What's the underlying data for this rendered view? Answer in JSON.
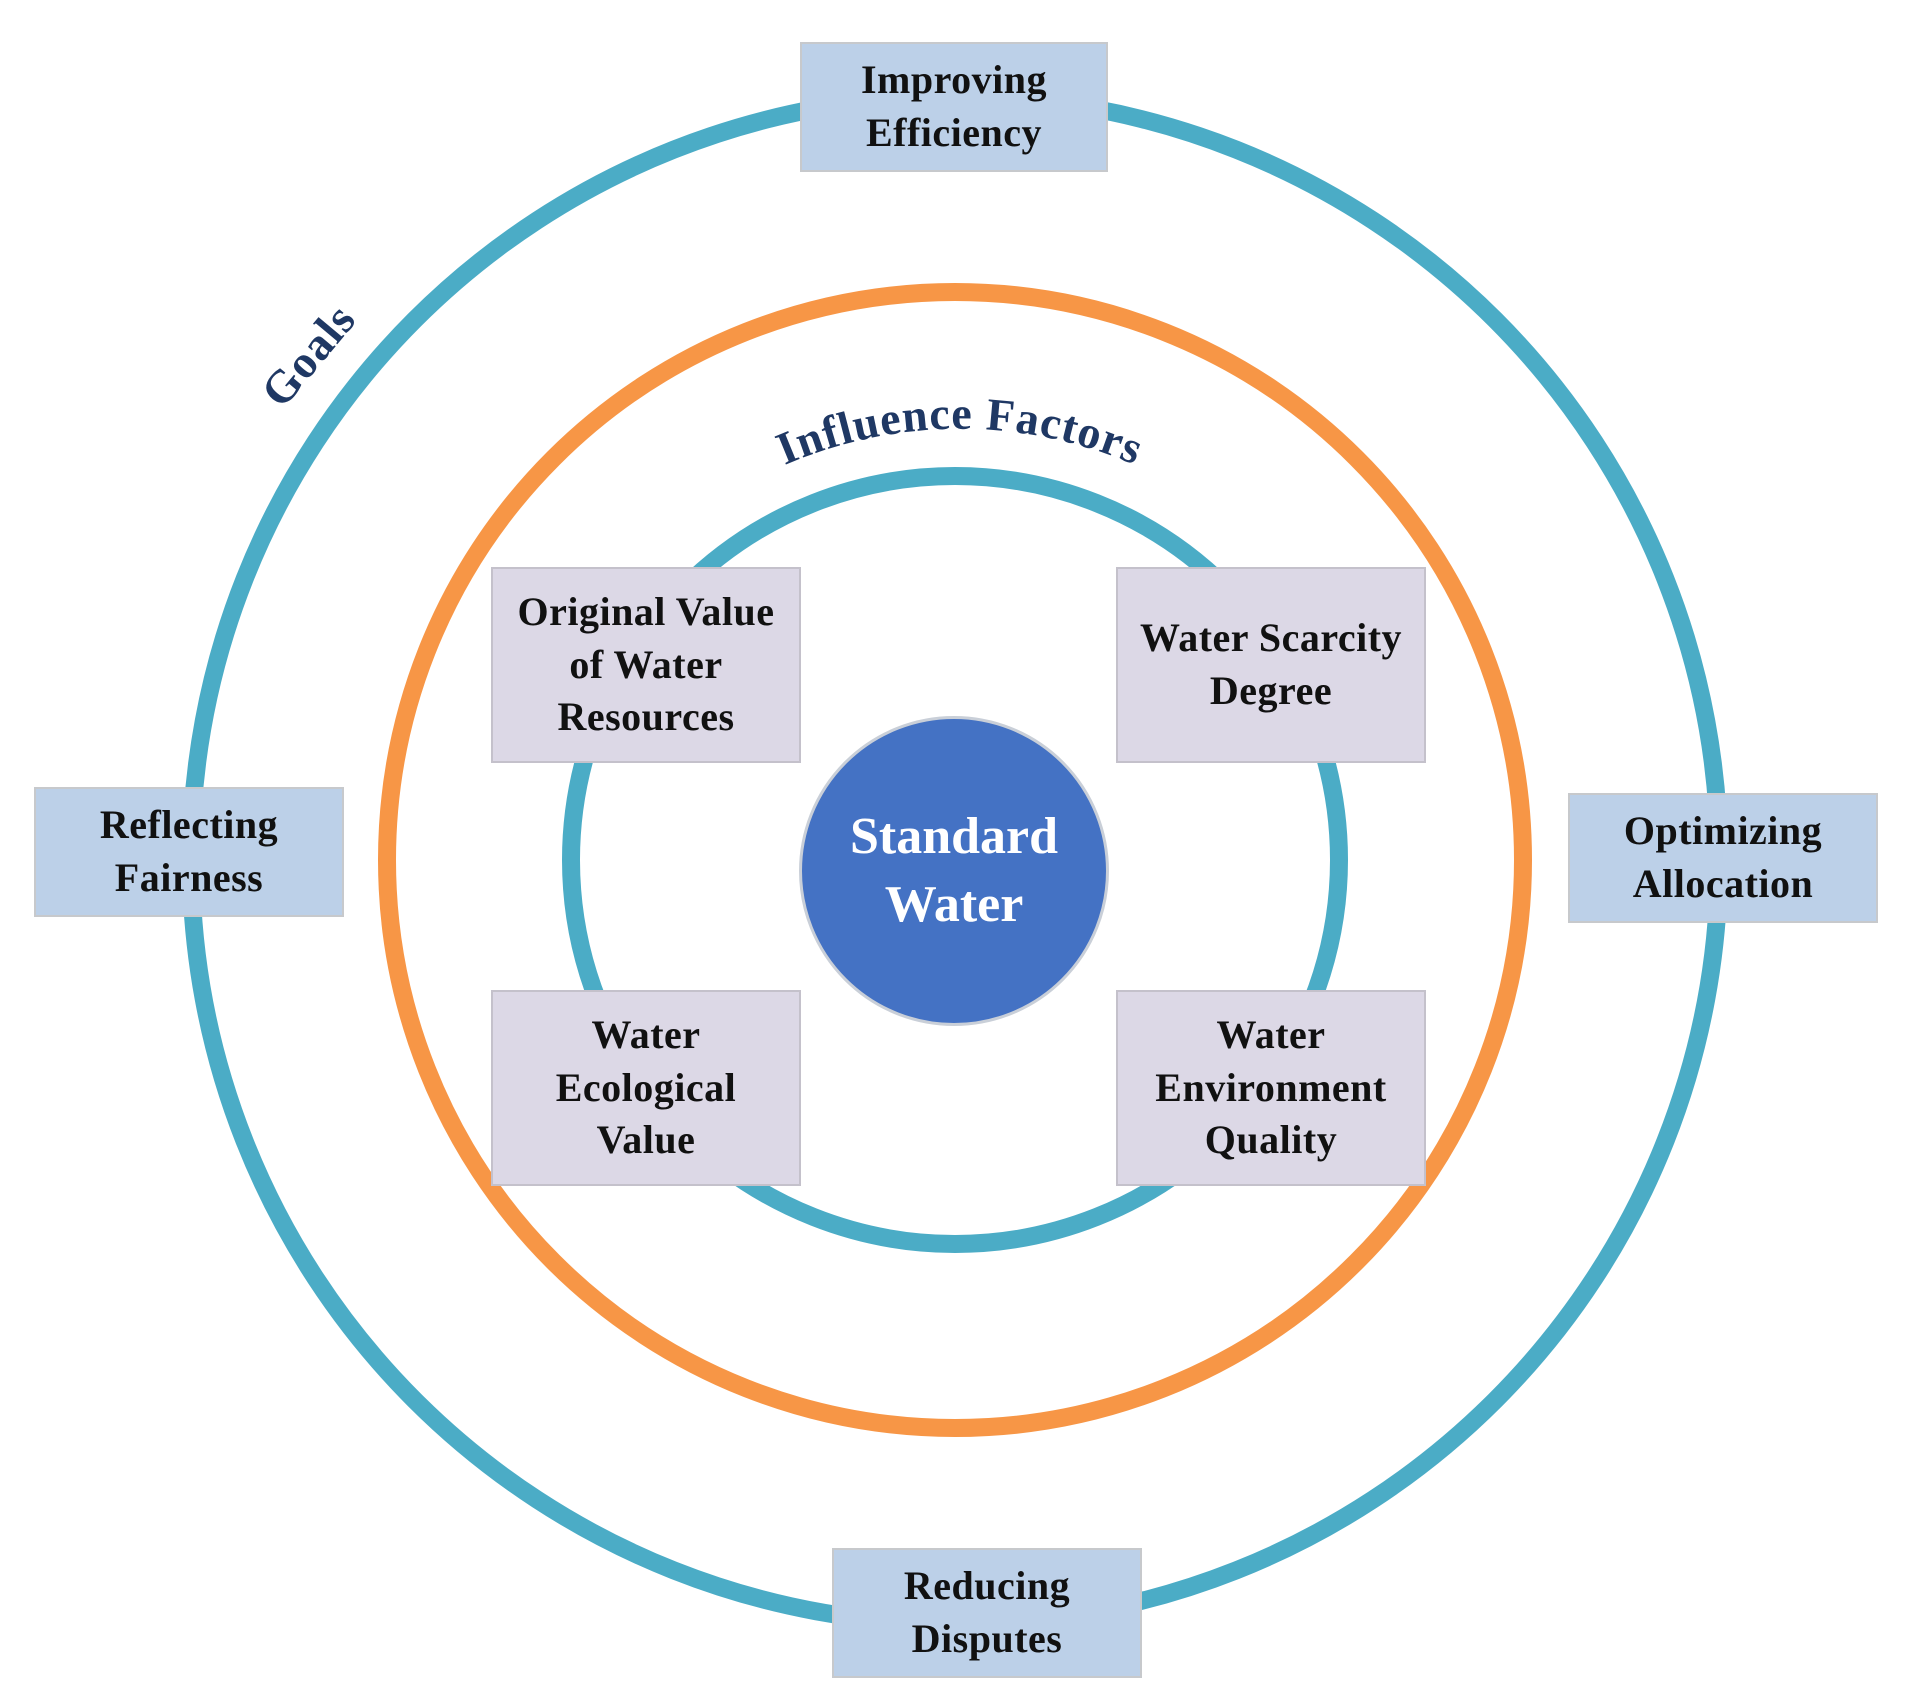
{
  "colors": {
    "ring_teal": "#4bacc6",
    "ring_orange": "#f79646",
    "center_fill": "#4472c4",
    "goal_box_fill": "#bcd0e8",
    "factor_box_fill": "#dcd8e6",
    "arc_label_color": "#1f3864"
  },
  "labels": {
    "goals": "Goals",
    "influence_factors": "Influence Factors"
  },
  "center": {
    "line1": "Standard",
    "line2": "Water"
  },
  "goals": {
    "top": {
      "line1": "Improving",
      "line2": "Efficiency"
    },
    "left": {
      "line1": "Reflecting",
      "line2": "Fairness"
    },
    "right": {
      "line1": "Optimizing",
      "line2": "Allocation"
    },
    "bottom": {
      "line1": "Reducing",
      "line2": "Disputes"
    }
  },
  "factors": {
    "top_left": {
      "line1": "Original Value",
      "line2": "of Water",
      "line3": "Resources"
    },
    "top_right": {
      "line1": "Water Scarcity",
      "line2": "Degree"
    },
    "bottom_left": {
      "line1": "Water",
      "line2": "Ecological",
      "line3": "Value"
    },
    "bottom_right": {
      "line1": "Water",
      "line2": "Environment",
      "line3": "Quality"
    }
  }
}
